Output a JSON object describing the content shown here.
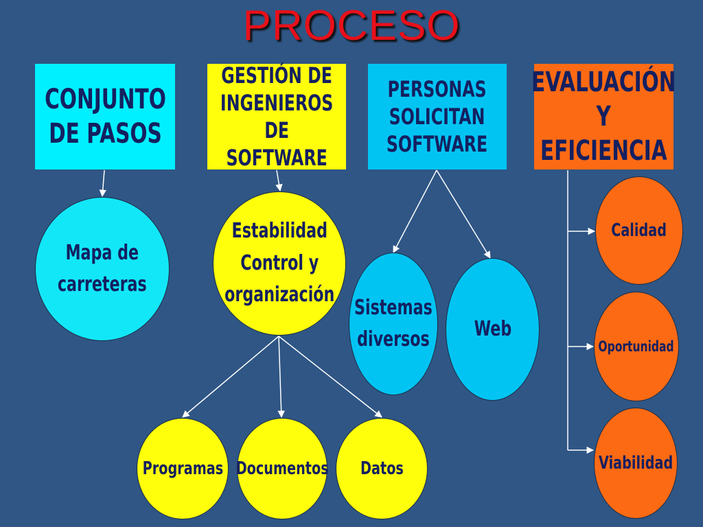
{
  "title": "PROCESO",
  "colors": {
    "background": "#2f5685",
    "cyan": "#00f0ff",
    "cyan_oval": "#12e7f8",
    "blue_oval": "#02c4f3",
    "yellow": "#ffff0c",
    "orange": "#fd6a14",
    "text": "#142060",
    "title": "#e8101a"
  },
  "boxes": {
    "conjunto": "CONJUNTO\nDE PASOS",
    "gestion": "GESTIÓN DE\nINGENIEROS\nDE SOFTWARE",
    "personas": "PERSONAS\nSOLICITAN\nSOFTWARE",
    "evaluacion": "EVALUACIÓN\nY\nEFICIENCIA"
  },
  "ovals": {
    "mapa": "Mapa de\ncarreteras",
    "estabilidad": "Estabilidad\nControl y\norganización",
    "sistemas": "Sistemas\ndiversos",
    "web": "Web",
    "programas": "Programas",
    "documentos": "Documentos",
    "datos": "Datos",
    "calidad": "Calidad",
    "oportunidad": "Oportunidad",
    "viabilidad": "Viabilidad"
  }
}
